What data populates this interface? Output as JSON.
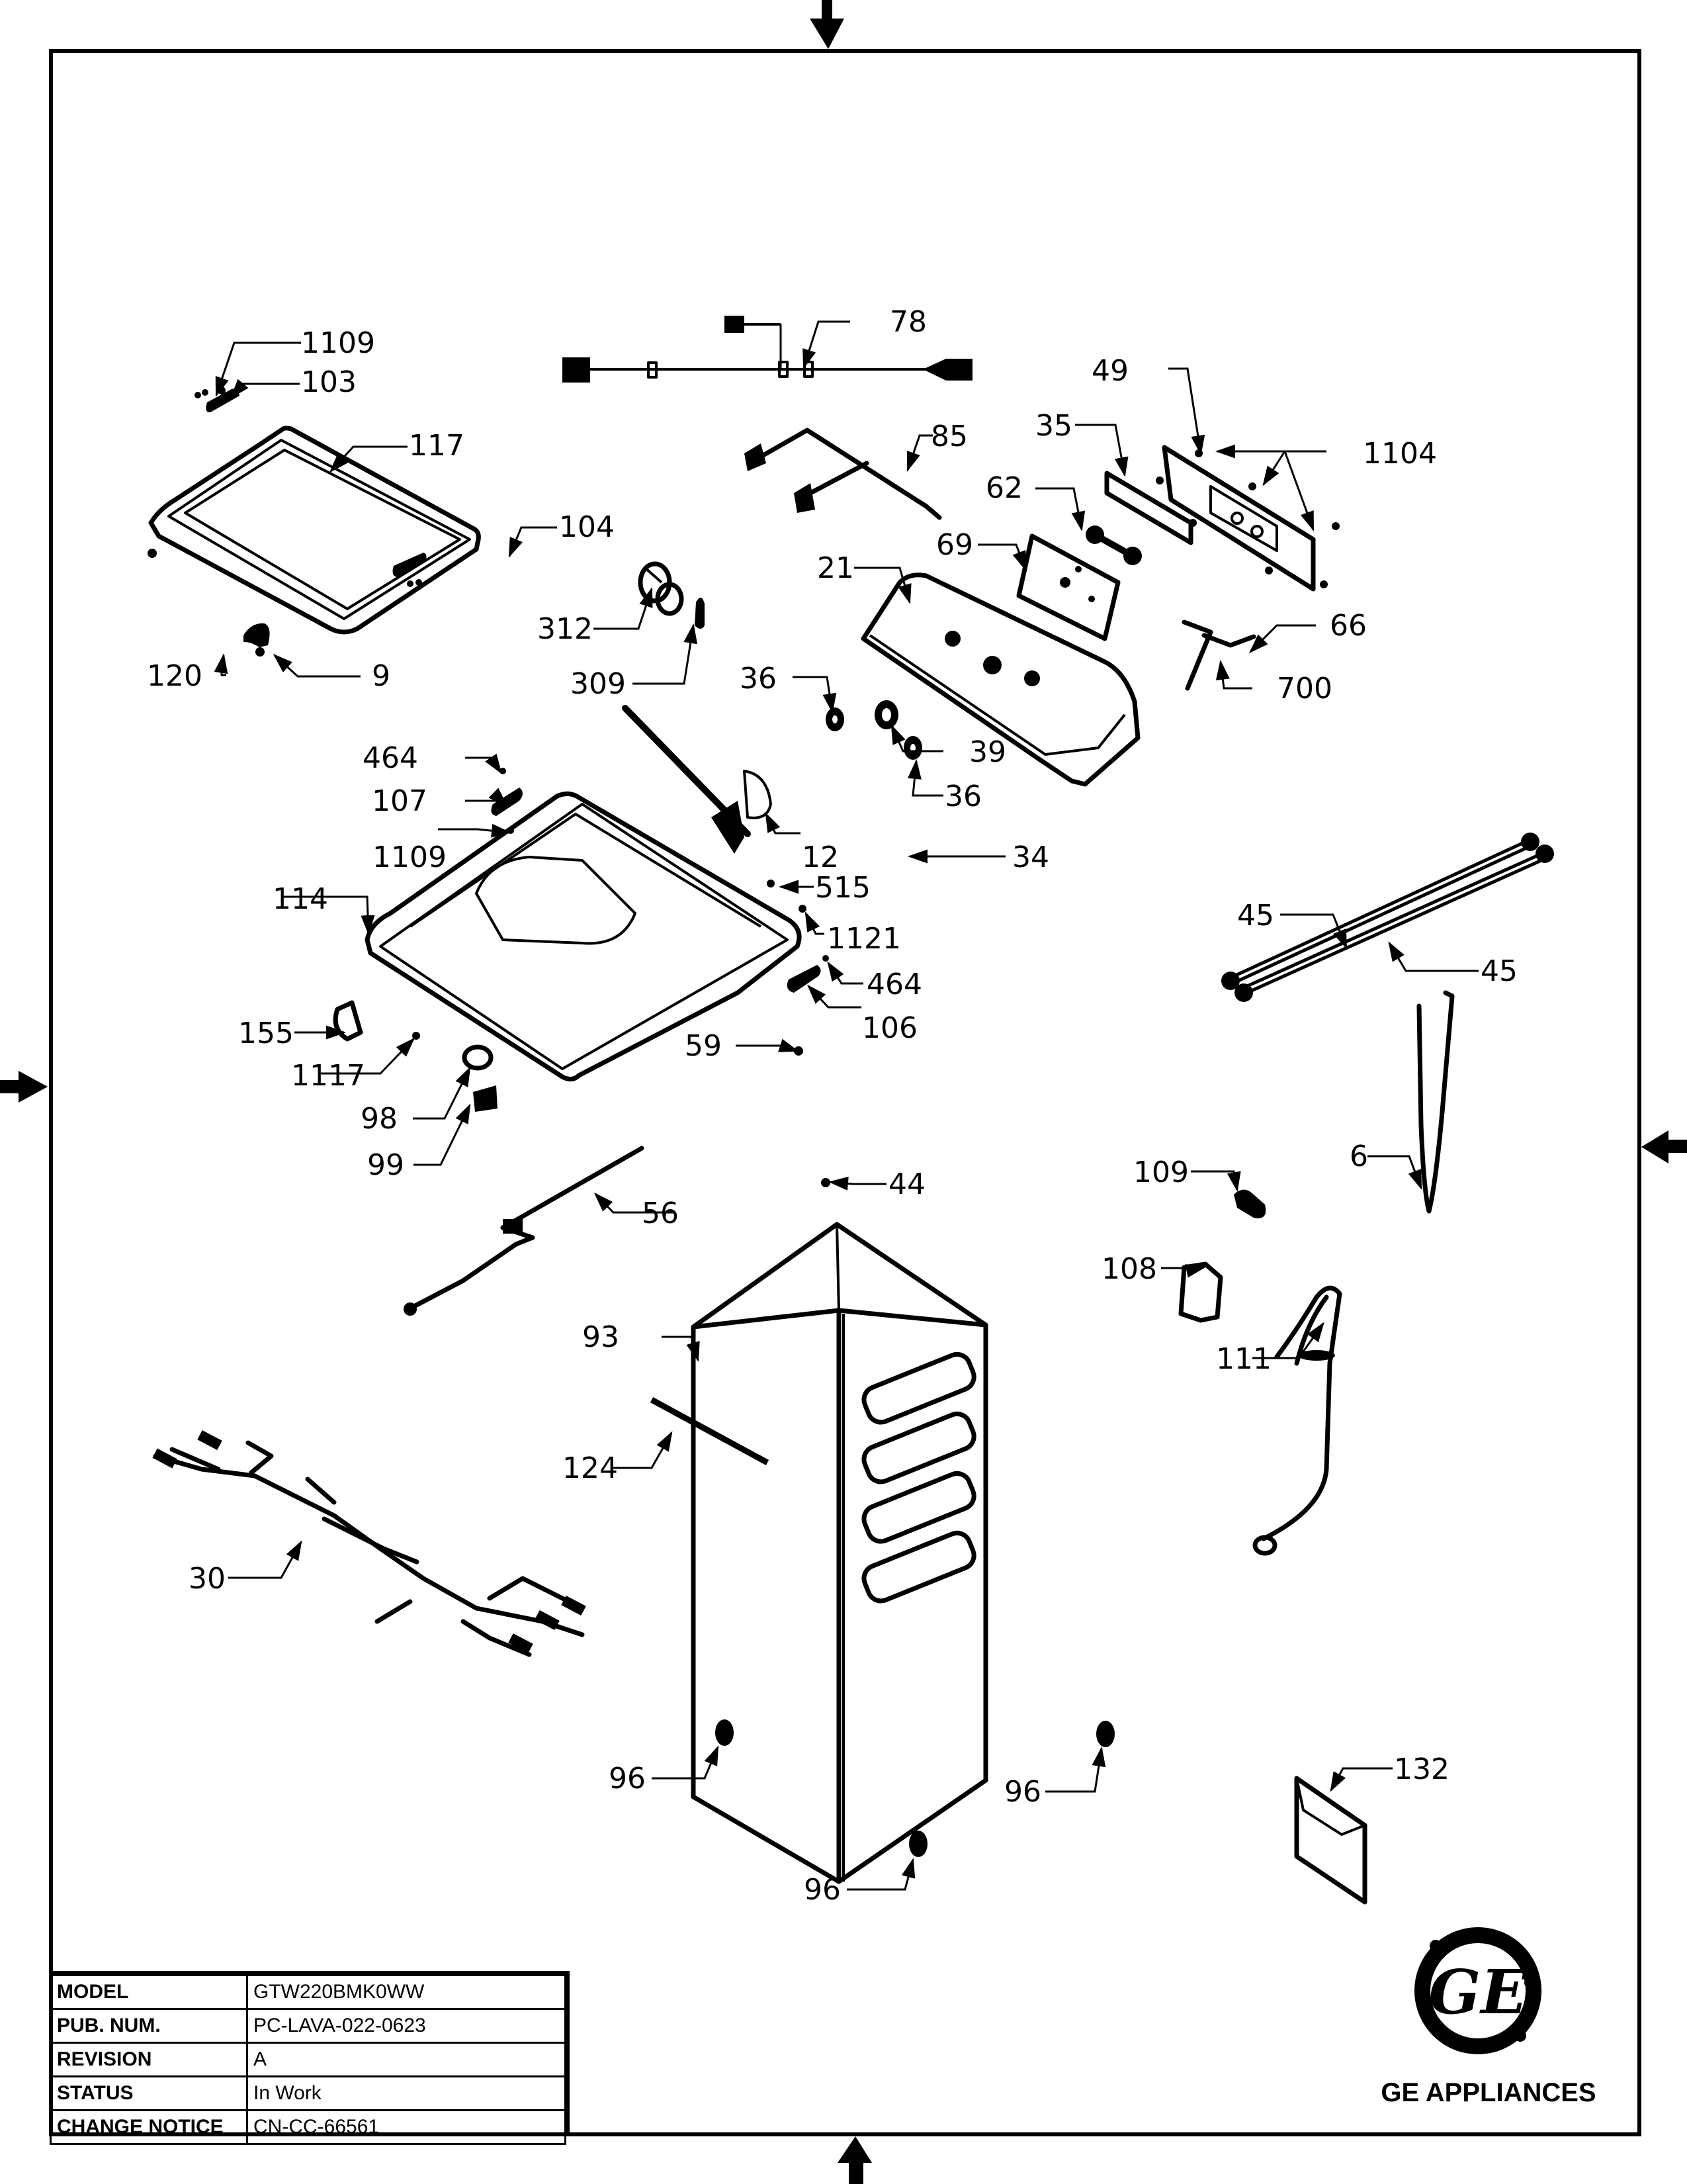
{
  "title_block": {
    "rows": [
      {
        "key": "MODEL",
        "value": "GTW220BMK0WW"
      },
      {
        "key": "PUB. NUM.",
        "value": "PC-LAVA-022-0623"
      },
      {
        "key": "REVISION",
        "value": "A"
      },
      {
        "key": "STATUS",
        "value": "In Work"
      },
      {
        "key": "CHANGE NOTICE",
        "value": "CN-CC-66561"
      }
    ]
  },
  "brand": {
    "logo_icon": "ge-monogram-logo",
    "name": "GE APPLIANCES"
  },
  "callouts": [
    {
      "id": "c1109a",
      "text": "1109"
    },
    {
      "id": "c103",
      "text": "103"
    },
    {
      "id": "c117",
      "text": "117"
    },
    {
      "id": "c104",
      "text": "104"
    },
    {
      "id": "c120",
      "text": "120"
    },
    {
      "id": "c9",
      "text": "9"
    },
    {
      "id": "c312",
      "text": "312"
    },
    {
      "id": "c309",
      "text": "309"
    },
    {
      "id": "c78",
      "text": "78"
    },
    {
      "id": "c85",
      "text": "85"
    },
    {
      "id": "c49",
      "text": "49"
    },
    {
      "id": "c35",
      "text": "35"
    },
    {
      "id": "c1104",
      "text": "1104"
    },
    {
      "id": "c62",
      "text": "62"
    },
    {
      "id": "c69",
      "text": "69"
    },
    {
      "id": "c21",
      "text": "21"
    },
    {
      "id": "c66",
      "text": "66"
    },
    {
      "id": "c700",
      "text": "700"
    },
    {
      "id": "c36a",
      "text": "36"
    },
    {
      "id": "c39",
      "text": "39"
    },
    {
      "id": "c36b",
      "text": "36"
    },
    {
      "id": "c464a",
      "text": "464"
    },
    {
      "id": "c107",
      "text": "107"
    },
    {
      "id": "c12",
      "text": "12"
    },
    {
      "id": "c34",
      "text": "34"
    },
    {
      "id": "c1109b",
      "text": "1109"
    },
    {
      "id": "c515",
      "text": "515"
    },
    {
      "id": "c114",
      "text": "114"
    },
    {
      "id": "c1121",
      "text": "1121"
    },
    {
      "id": "c464b",
      "text": "464"
    },
    {
      "id": "c155",
      "text": "155"
    },
    {
      "id": "c106",
      "text": "106"
    },
    {
      "id": "c59",
      "text": "59"
    },
    {
      "id": "c1117",
      "text": "1117"
    },
    {
      "id": "c98",
      "text": "98"
    },
    {
      "id": "c99",
      "text": "99"
    },
    {
      "id": "c45a",
      "text": "45"
    },
    {
      "id": "c45b",
      "text": "45"
    },
    {
      "id": "c6",
      "text": "6"
    },
    {
      "id": "c109",
      "text": "109"
    },
    {
      "id": "c56",
      "text": "56"
    },
    {
      "id": "c44",
      "text": "44"
    },
    {
      "id": "c108",
      "text": "108"
    },
    {
      "id": "c93",
      "text": "93"
    },
    {
      "id": "c111",
      "text": "111"
    },
    {
      "id": "c124",
      "text": "124"
    },
    {
      "id": "c30",
      "text": "30"
    },
    {
      "id": "c96a",
      "text": "96"
    },
    {
      "id": "c96b",
      "text": "96"
    },
    {
      "id": "c96c",
      "text": "96"
    },
    {
      "id": "c132",
      "text": "132"
    }
  ]
}
